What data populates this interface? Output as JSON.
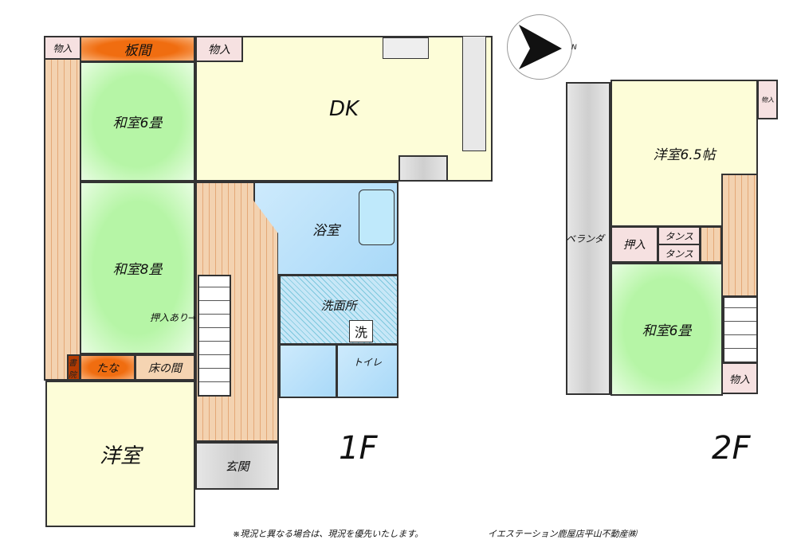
{
  "floor1": {
    "label": "1F",
    "storage_top_left": "物入",
    "wood_room": "板間",
    "washitsu6": "和室6畳",
    "washitsu8": "和室8畳",
    "closet_note": "押入あり→",
    "shoin": "書院",
    "tana": "たな",
    "tokonoma": "床の間",
    "youshitsu": "洋室",
    "storage_dk": "物入",
    "dk": "DK",
    "bath": "浴室",
    "washroom": "洗面所",
    "washer": "洗",
    "toilet": "トイレ",
    "entrance": "玄関"
  },
  "floor2": {
    "label": "2F",
    "veranda": "ベランダ",
    "youshitsu": "洋室6.5帖",
    "storage_small": "物入",
    "oshiire": "押入",
    "tansu1": "タンス",
    "tansu2": "タンス",
    "washitsu6": "和室6畳",
    "storage": "物入"
  },
  "compass": {
    "north_label": "N"
  },
  "footer": {
    "note": "※現況と異なる場合は、現況を優先いたします。",
    "company": "イエステーション鹿屋店平山不動産㈱"
  }
}
